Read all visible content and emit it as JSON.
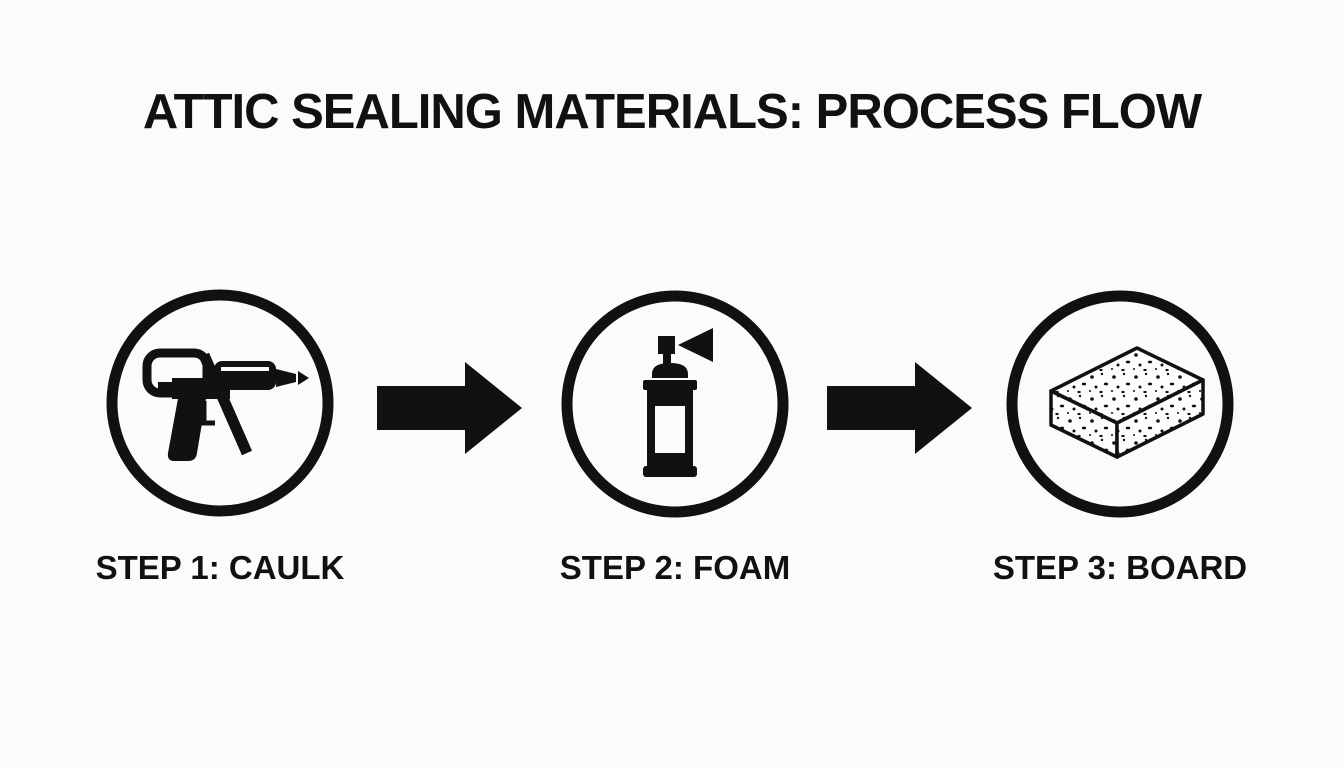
{
  "title": "ATTIC SEALING MATERIALS: PROCESS FLOW",
  "colors": {
    "background": "#fbfbfb",
    "ink": "#111111",
    "board_fill": "#fdfdfd"
  },
  "steps": [
    {
      "label": "STEP 1: CAULK",
      "icon": "caulk-gun-icon"
    },
    {
      "label": "STEP 2: FOAM",
      "icon": "spray-foam-can-icon"
    },
    {
      "label": "STEP 3: BOARD",
      "icon": "foam-board-icon"
    }
  ],
  "connectors": [
    {
      "icon": "arrow-right-icon"
    },
    {
      "icon": "arrow-right-icon"
    }
  ]
}
